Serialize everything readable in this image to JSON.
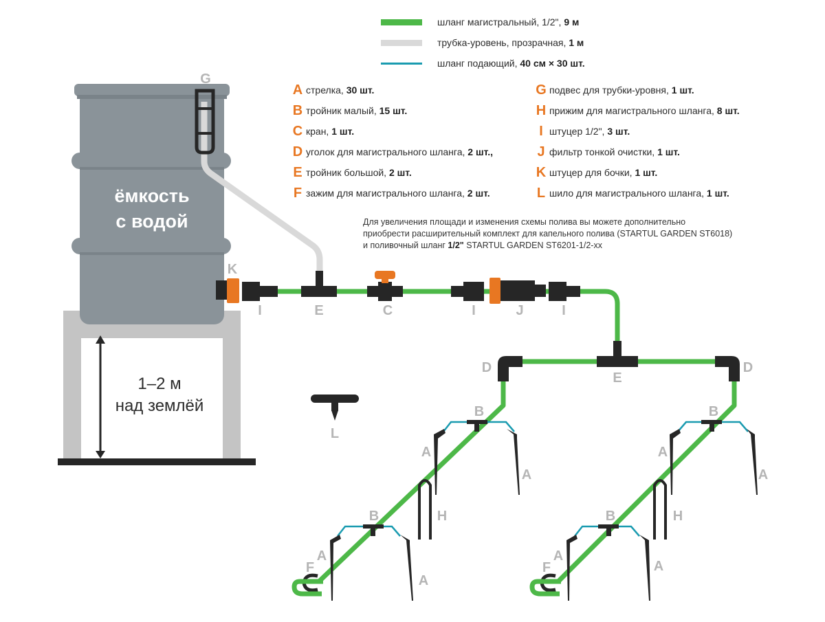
{
  "colors": {
    "main_hose": "#4db848",
    "level_tube": "#d9d9d9",
    "feed_hose": "#1a9bb0",
    "fitting": "#262626",
    "accent": "#e87722",
    "tank": "#8a9399",
    "stand": "#c4c4c4",
    "label_gray": "#b5b5b5"
  },
  "legend": [
    {
      "name": "main-hose",
      "text": "шланг магистральный, 1/2\", ",
      "bold": "9 м"
    },
    {
      "name": "level-tube",
      "text": "трубка-уровень, прозрачная, ",
      "bold": "1 м"
    },
    {
      "name": "feed-hose",
      "text": "шланг подающий, ",
      "bold": "40 см × 30 шт."
    }
  ],
  "parts_left": [
    {
      "letter": "A",
      "text": "стрелка, ",
      "qty": "30 шт."
    },
    {
      "letter": "B",
      "text": "тройник малый, ",
      "qty": "15 шт."
    },
    {
      "letter": "C",
      "text": "кран, ",
      "qty": "1 шт."
    },
    {
      "letter": "D",
      "text": "уголок для магистрального шланга, ",
      "qty": "2 шт.,"
    },
    {
      "letter": "E",
      "text": "тройник большой, ",
      "qty": "2 шт."
    },
    {
      "letter": "F",
      "text": "зажим для магистрального шланга, ",
      "qty": "2 шт."
    }
  ],
  "parts_right": [
    {
      "letter": "G",
      "text": "подвес для трубки-уровня, ",
      "qty": "1 шт."
    },
    {
      "letter": "H",
      "text": "прижим для магистрального шланга, ",
      "qty": "8 шт."
    },
    {
      "letter": "I",
      "text": "штуцер 1/2\", ",
      "qty": "3 шт."
    },
    {
      "letter": "J",
      "text": "фильтр тонкой очистки, ",
      "qty": "1 шт."
    },
    {
      "letter": "K",
      "text": "штуцер для бочки, ",
      "qty": "1 шт."
    },
    {
      "letter": "L",
      "text": "шило для магистрального шланга, ",
      "qty": "1 шт."
    }
  ],
  "note": {
    "line1": "Для увеличения площади и изменения схемы полива вы можете дополнительно",
    "line2": "приобрести расширительный комплект для капельного полива (STARTUL GARDEN ST6018)",
    "line3_pre": "и поливочный шланг ",
    "line3_bold": "1/2\"",
    "line3_post": " STARTUL GARDEN ST6201-1/2-xx"
  },
  "tank": {
    "line1": "ёмкость",
    "line2": "с водой"
  },
  "height": {
    "line1": "1–2 м",
    "line2": "над землёй"
  },
  "labels": {
    "G": "G",
    "K": "K",
    "I": "I",
    "E": "E",
    "C": "C",
    "J": "J",
    "D": "D",
    "L": "L",
    "B": "B",
    "A": "A",
    "H": "H",
    "F": "F"
  }
}
